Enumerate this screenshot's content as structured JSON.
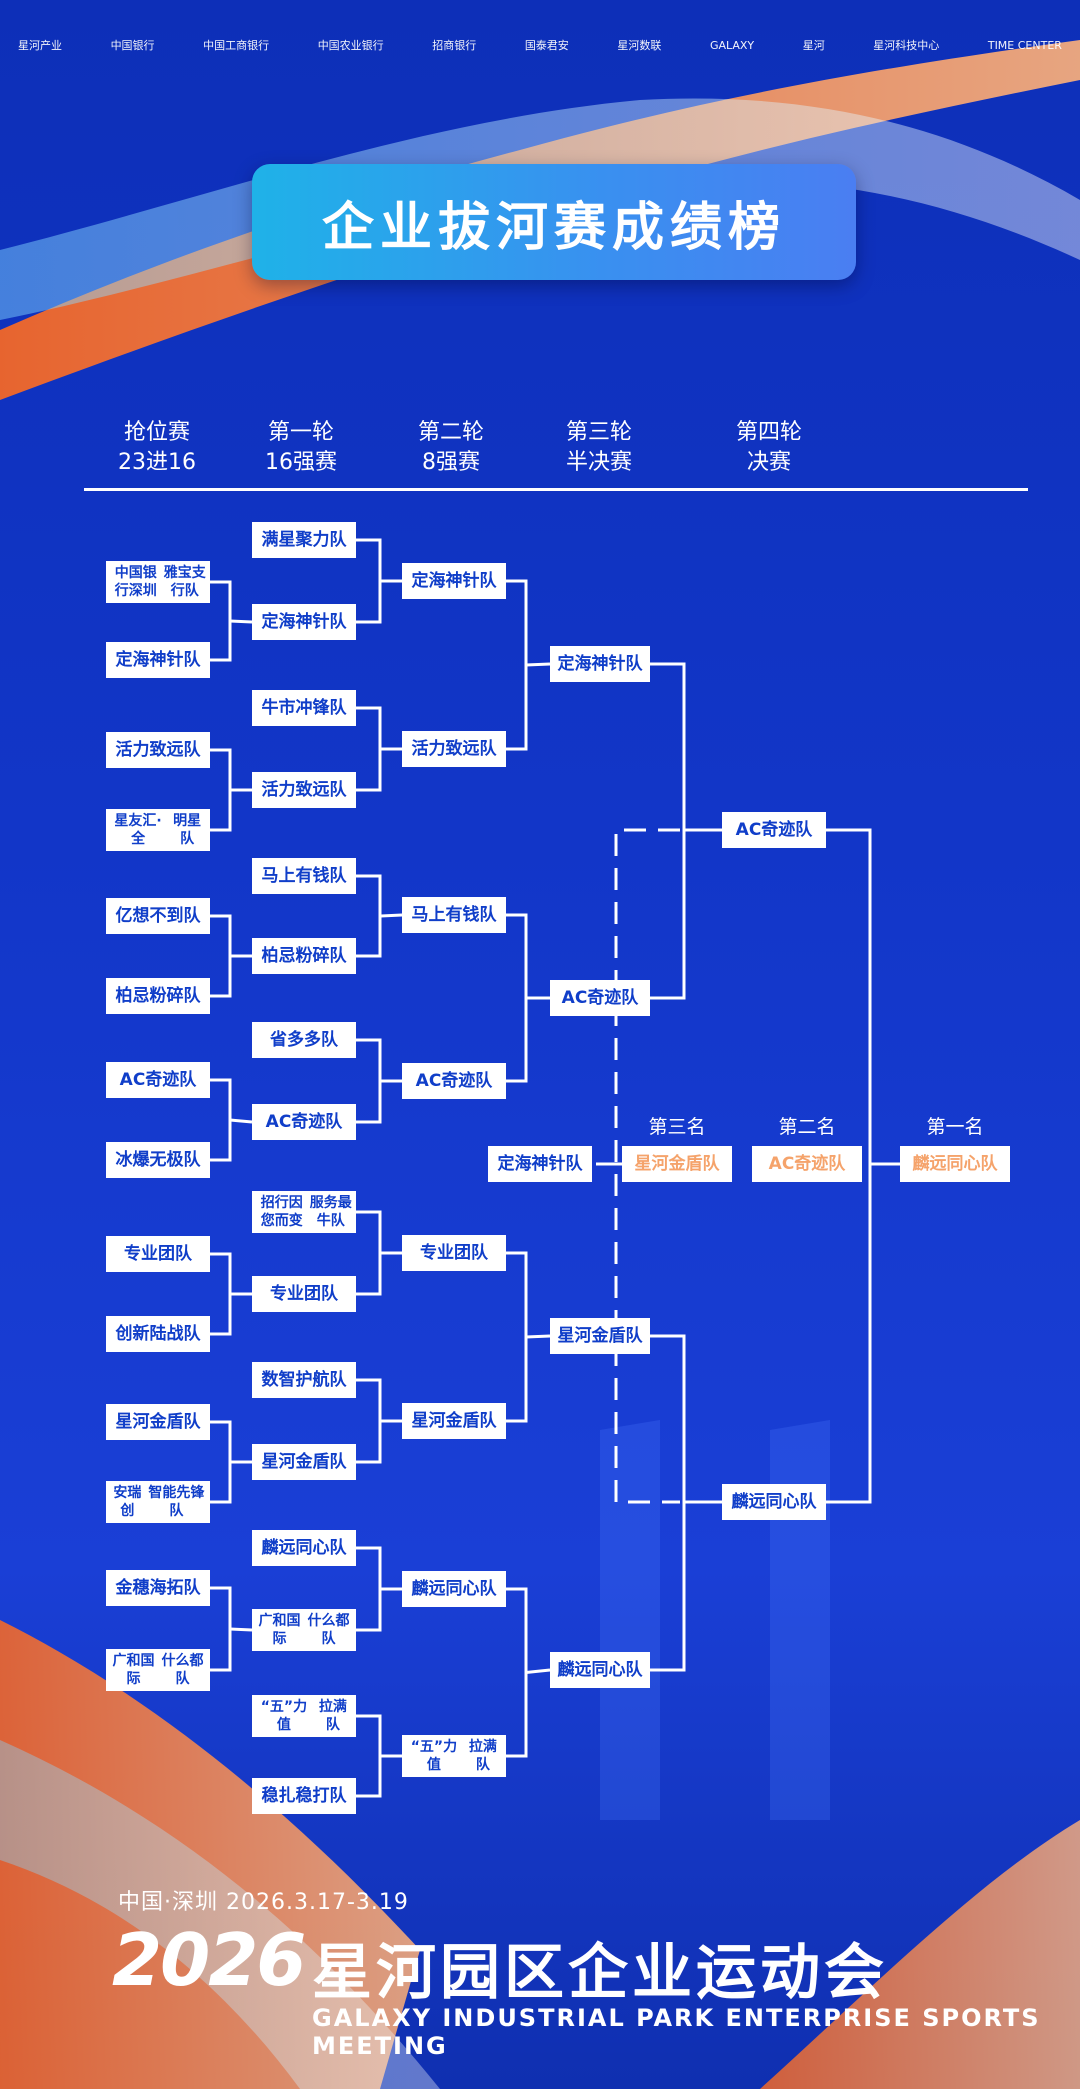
{
  "sponsors": [
    "星河产业",
    "中国银行",
    "中国工商银行",
    "中国农业银行",
    "招商银行",
    "国泰君安",
    "星河数联",
    "GALAXY",
    "星河",
    "星河科技中心",
    "TIME CENTER"
  ],
  "title": "企业拔河赛成绩榜",
  "rounds": [
    {
      "name": "抢位赛",
      "sub": "23进16"
    },
    {
      "name": "第一轮",
      "sub": "16强赛"
    },
    {
      "name": "第二轮",
      "sub": "8强赛"
    },
    {
      "name": "第三轮",
      "sub": "半决赛"
    },
    {
      "name": "第四轮",
      "sub": "决赛"
    }
  ],
  "bracket": {
    "qualifier": [
      {
        "name": "中国银行深圳雅宝支行队",
        "l1": "中国银行深圳",
        "l2": "雅宝支行队"
      },
      {
        "name": "定海神针队"
      },
      {
        "name": "活力致远队"
      },
      {
        "name": "星友汇·全明星队",
        "l1": "星友汇·全",
        "l2": "明星队"
      },
      {
        "name": "亿想不到队"
      },
      {
        "name": "柏忌粉碎队"
      },
      {
        "name": "AC奇迹队"
      },
      {
        "name": "冰爆无极队"
      },
      {
        "name": "专业团队"
      },
      {
        "name": "创新陆战队"
      },
      {
        "name": "星河金盾队"
      },
      {
        "name": "安瑞创智能先锋队",
        "l1": "安瑞创",
        "l2": "智能先锋队"
      },
      {
        "name": "金穗海拓队"
      },
      {
        "name": "广和国际什么都队",
        "l1": "广和国际",
        "l2": "什么都队"
      }
    ],
    "round16": [
      {
        "name": "满星聚力队"
      },
      {
        "name": "定海神针队"
      },
      {
        "name": "牛市冲锋队"
      },
      {
        "name": "活力致远队"
      },
      {
        "name": "马上有钱队"
      },
      {
        "name": "柏忌粉碎队"
      },
      {
        "name": "省多多队"
      },
      {
        "name": "AC奇迹队"
      },
      {
        "name": "招行因您而变服务最牛队",
        "l1": "招行因您而变",
        "l2": "服务最牛队"
      },
      {
        "name": "专业团队"
      },
      {
        "name": "数智护航队"
      },
      {
        "name": "星河金盾队"
      },
      {
        "name": "麟远同心队"
      },
      {
        "name": "广和国际什么都队",
        "l1": "广和国际",
        "l2": "什么都队"
      },
      {
        "name": "“五”力值拉满队",
        "l1": "“五”力值",
        "l2": "拉满队"
      },
      {
        "name": "稳扎稳打队"
      }
    ],
    "round8": [
      {
        "name": "定海神针队"
      },
      {
        "name": "活力致远队"
      },
      {
        "name": "马上有钱队"
      },
      {
        "name": "AC奇迹队"
      },
      {
        "name": "专业团队"
      },
      {
        "name": "星河金盾队"
      },
      {
        "name": "麟远同心队"
      },
      {
        "name": "“五”力值拉满队",
        "l1": "“五”力值",
        "l2": "拉满队"
      }
    ],
    "semi": [
      {
        "name": "定海神针队"
      },
      {
        "name": "AC奇迹队"
      },
      {
        "name": "星河金盾队"
      },
      {
        "name": "麟远同心队"
      }
    ],
    "final": [
      {
        "name": "AC奇迹队"
      },
      {
        "name": "麟远同心队"
      }
    ],
    "third_loser": {
      "name": "定海神针队"
    },
    "standings": [
      {
        "label": "第三名",
        "team": "星河金盾队"
      },
      {
        "label": "第二名",
        "team": "AC奇迹队"
      },
      {
        "label": "第一名",
        "team": "麟远同心队"
      }
    ]
  },
  "colors": {
    "line": "#ffffff",
    "accent": "#f5a36b",
    "team_text": "#103ec9"
  },
  "footer": {
    "place_date": "中国·深圳  2026.3.17-3.19",
    "year": "2026",
    "title": "星河园区企业运动会",
    "en": "GALAXY INDUSTRIAL PARK ENTERPRISE SPORTS MEETING"
  }
}
